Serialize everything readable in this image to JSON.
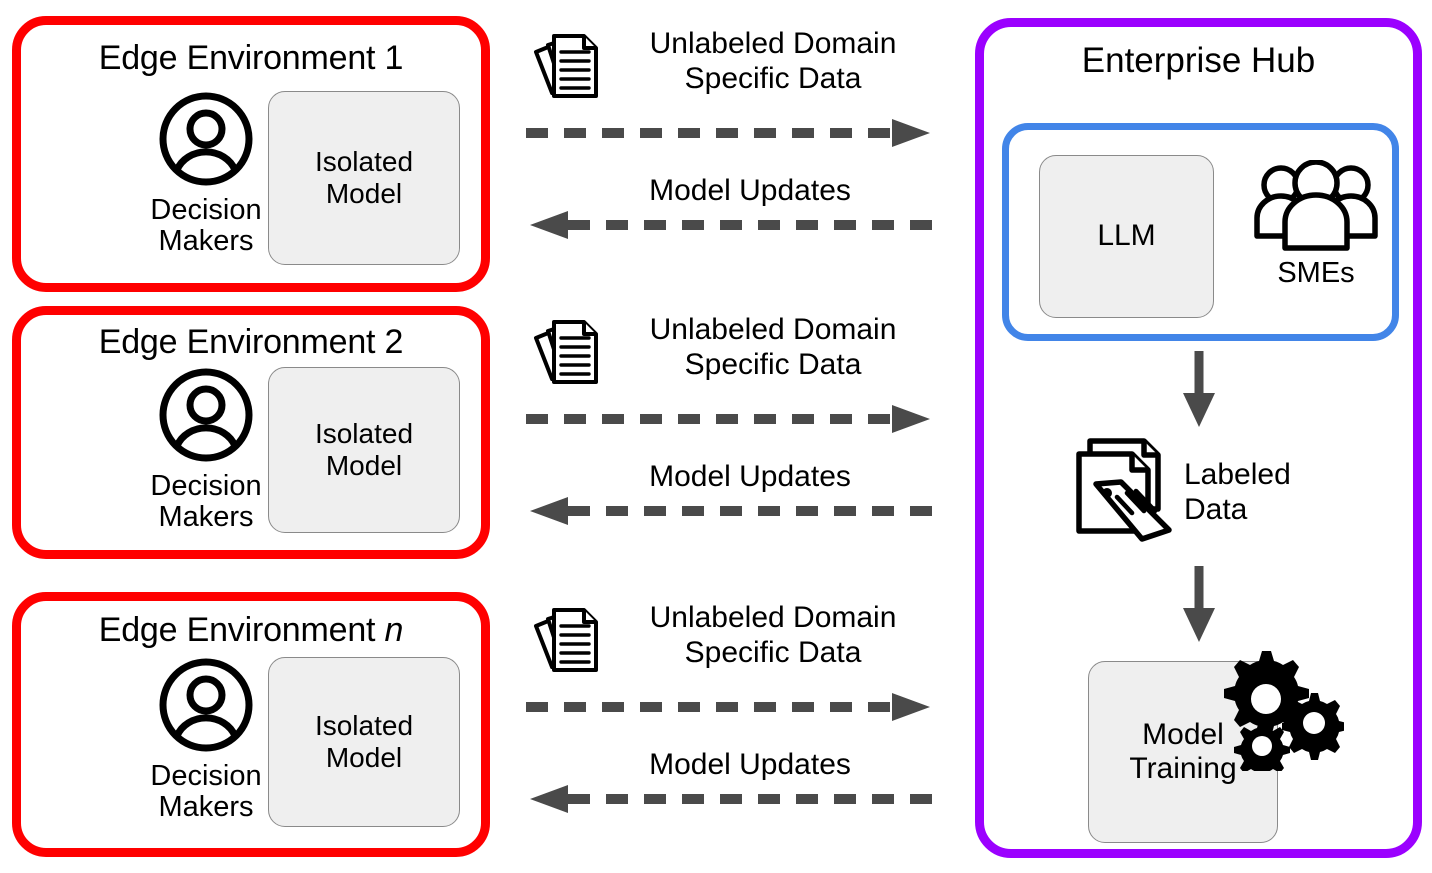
{
  "diagram": {
    "title": "Edge environments and Enterprise Hub data flow",
    "colors": {
      "edge_border": "#FF0000",
      "hub_border": "#9B00FF",
      "hub_inner_border": "#4285E8",
      "card_fill": "#EFEFEF",
      "card_border": "#8A8A8A",
      "arrow": "#4A4A4A",
      "text": "#000000",
      "background": "#FFFFFF"
    }
  },
  "edge_environments": [
    {
      "title_prefix": "Edge Environment ",
      "title_suffix": "1",
      "title_suffix_italic": false,
      "actor_label": "Decision\nMakers",
      "actor_icon": "user-avatar-icon",
      "model_label": "Isolated\nModel"
    },
    {
      "title_prefix": "Edge Environment ",
      "title_suffix": "2",
      "title_suffix_italic": false,
      "actor_label": "Decision\nMakers",
      "actor_icon": "user-avatar-icon",
      "model_label": "Isolated\nModel"
    },
    {
      "title_prefix": "Edge Environment ",
      "title_suffix": "n",
      "title_suffix_italic": true,
      "actor_label": "Decision\nMakers",
      "actor_icon": "user-avatar-icon",
      "model_label": "Isolated\nModel"
    }
  ],
  "channels": [
    {
      "outbound_label": "Unlabeled Domain\nSpecific Data",
      "outbound_icon": "documents-stack-icon",
      "outbound_direction": "right",
      "inbound_label": "Model Updates",
      "inbound_direction": "left",
      "line_style": "dashed"
    },
    {
      "outbound_label": "Unlabeled Domain\nSpecific Data",
      "outbound_icon": "documents-stack-icon",
      "outbound_direction": "right",
      "inbound_label": "Model Updates",
      "inbound_direction": "left",
      "line_style": "dashed"
    },
    {
      "outbound_label": "Unlabeled Domain\nSpecific Data",
      "outbound_icon": "documents-stack-icon",
      "outbound_direction": "right",
      "inbound_label": "Model Updates",
      "inbound_direction": "left",
      "line_style": "dashed"
    }
  ],
  "hub": {
    "title": "Enterprise Hub",
    "inner_panel": {
      "llm_label": "LLM",
      "smes_label": "SMEs",
      "smes_icon": "three-people-icon"
    },
    "labeled_data": {
      "label": "Labeled\nData",
      "icon": "documents-tag-icon"
    },
    "training": {
      "label": "Model\nTraining",
      "icon": "gears-icon"
    },
    "flow_arrows": [
      {
        "from": "inner_panel",
        "to": "labeled_data",
        "direction": "down"
      },
      {
        "from": "labeled_data",
        "to": "training",
        "direction": "down"
      }
    ]
  }
}
